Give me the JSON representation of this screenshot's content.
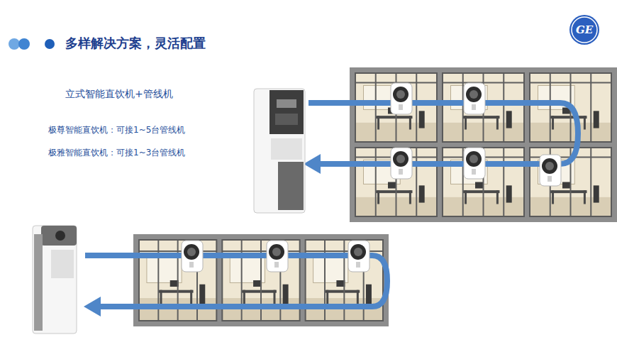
{
  "diagram": {
    "title": "多样解决方案，灵活配置",
    "labels": [
      "立式智能直饮机+管线机",
      "极尊智能直饮机：可接1~5台管线机",
      "极雅智能直饮机：可接1~3台管线机",
      "GE"
    ]
  }
}
